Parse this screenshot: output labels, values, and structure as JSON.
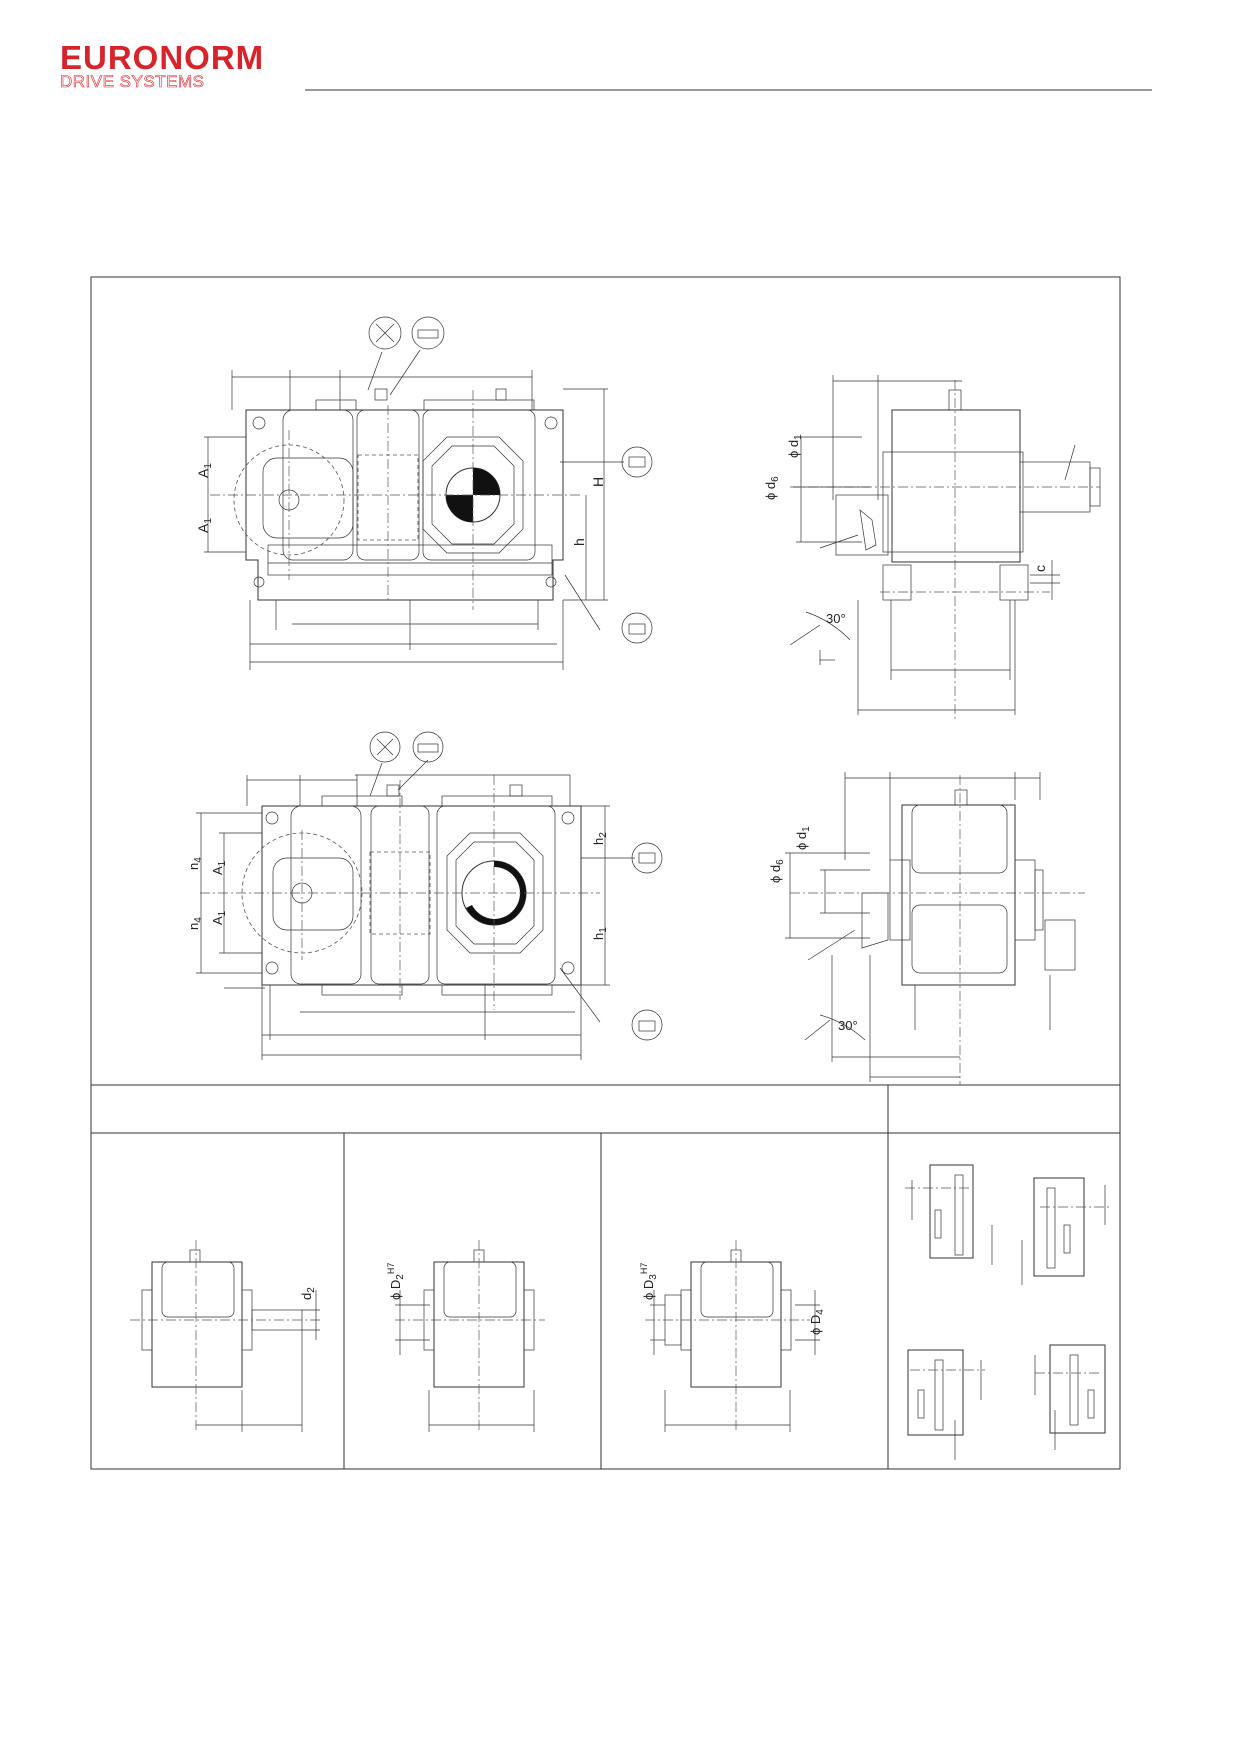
{
  "brand": {
    "name": "EURONORM",
    "tagline": "DRIVE SYSTEMS",
    "color": "#d8232a"
  },
  "labels": {
    "A1": "A",
    "A1_sub": "1",
    "H": "H",
    "h": "h",
    "h1": "h",
    "h1_sub": "1",
    "h2": "h",
    "h2_sub": "2",
    "n4": "n",
    "n4_sub": "4",
    "c": "c",
    "d1": "ϕ d",
    "d1_sub": "1",
    "d6": "ϕ d",
    "d6_sub": "6",
    "angle": "30°",
    "d2": "d",
    "d2_sub": "2",
    "D2": "ϕ D",
    "D2_sub": "2",
    "D2_tol": "H7",
    "D3": "ϕ D",
    "D3_sub": "3",
    "D3_tol": "H7",
    "D4": "ϕ D",
    "D4_sub": "4"
  },
  "symbols": {
    "cross_symbol": "X"
  }
}
